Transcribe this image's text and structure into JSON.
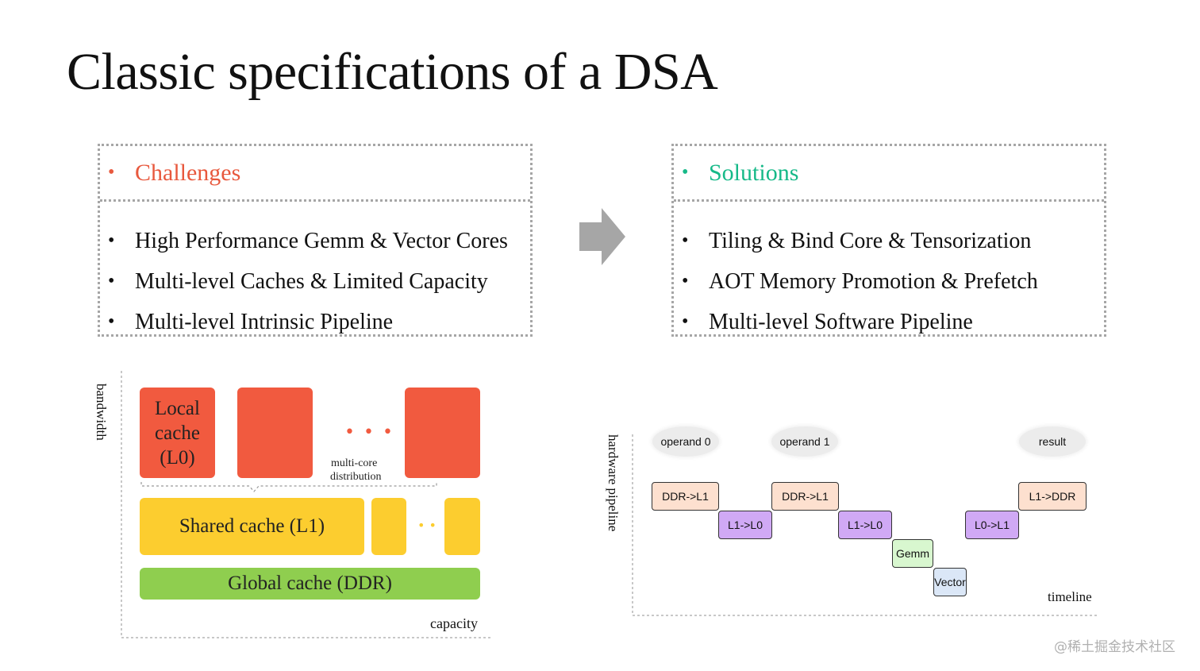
{
  "title": "Classic specifications of a DSA",
  "challenges": {
    "heading": "Challenges",
    "items": [
      "High Performance Gemm & Vector Cores",
      "Multi-level Caches & Limited Capacity",
      "Multi-level Intrinsic Pipeline"
    ]
  },
  "solutions": {
    "heading": "Solutions",
    "items": [
      "Tiling & Bind Core & Tensorization",
      "AOT Memory Promotion & Prefetch",
      "Multi-level Software Pipeline"
    ]
  },
  "bullet_char": "•",
  "colors": {
    "challenges_accent": "#e8593e",
    "solutions_accent": "#16b988",
    "local_cache": "#f15a3f",
    "shared_cache": "#fccd2f",
    "global_cache": "#8fce4f",
    "stage_ddr": "#fde0cf",
    "stage_l1l0": "#d0a9f5",
    "stage_gemm": "#d8f7cf",
    "stage_vector": "#dbe7f7",
    "arrow": "#a6a6a6"
  },
  "arrow_icon": "right-arrow-icon",
  "memory_diagram": {
    "y_axis_label": "bandwidth",
    "x_axis_label": "capacity",
    "local_cache_label": "Local cache (L0)",
    "local_cache_lines": [
      "Local",
      "cache",
      "(L0)"
    ],
    "ellipsis_large": "• • •",
    "ellipsis_small": "• •",
    "multicore_lines": [
      "multi-core",
      "distribution"
    ],
    "shared_cache_label": "Shared cache (L1)",
    "global_cache_label": "Global cache (DDR)"
  },
  "pipeline_diagram": {
    "y_axis_label": "hardware pipeline",
    "x_axis_label": "timeline",
    "operands": [
      "operand 0",
      "operand 1",
      "result"
    ],
    "stages": [
      "DDR->L1",
      "L1->L0",
      "DDR->L1",
      "L1->L0",
      "Gemm",
      "Vector",
      "L0->L1",
      "L1->DDR"
    ]
  },
  "watermark": "@稀土掘金技术社区"
}
